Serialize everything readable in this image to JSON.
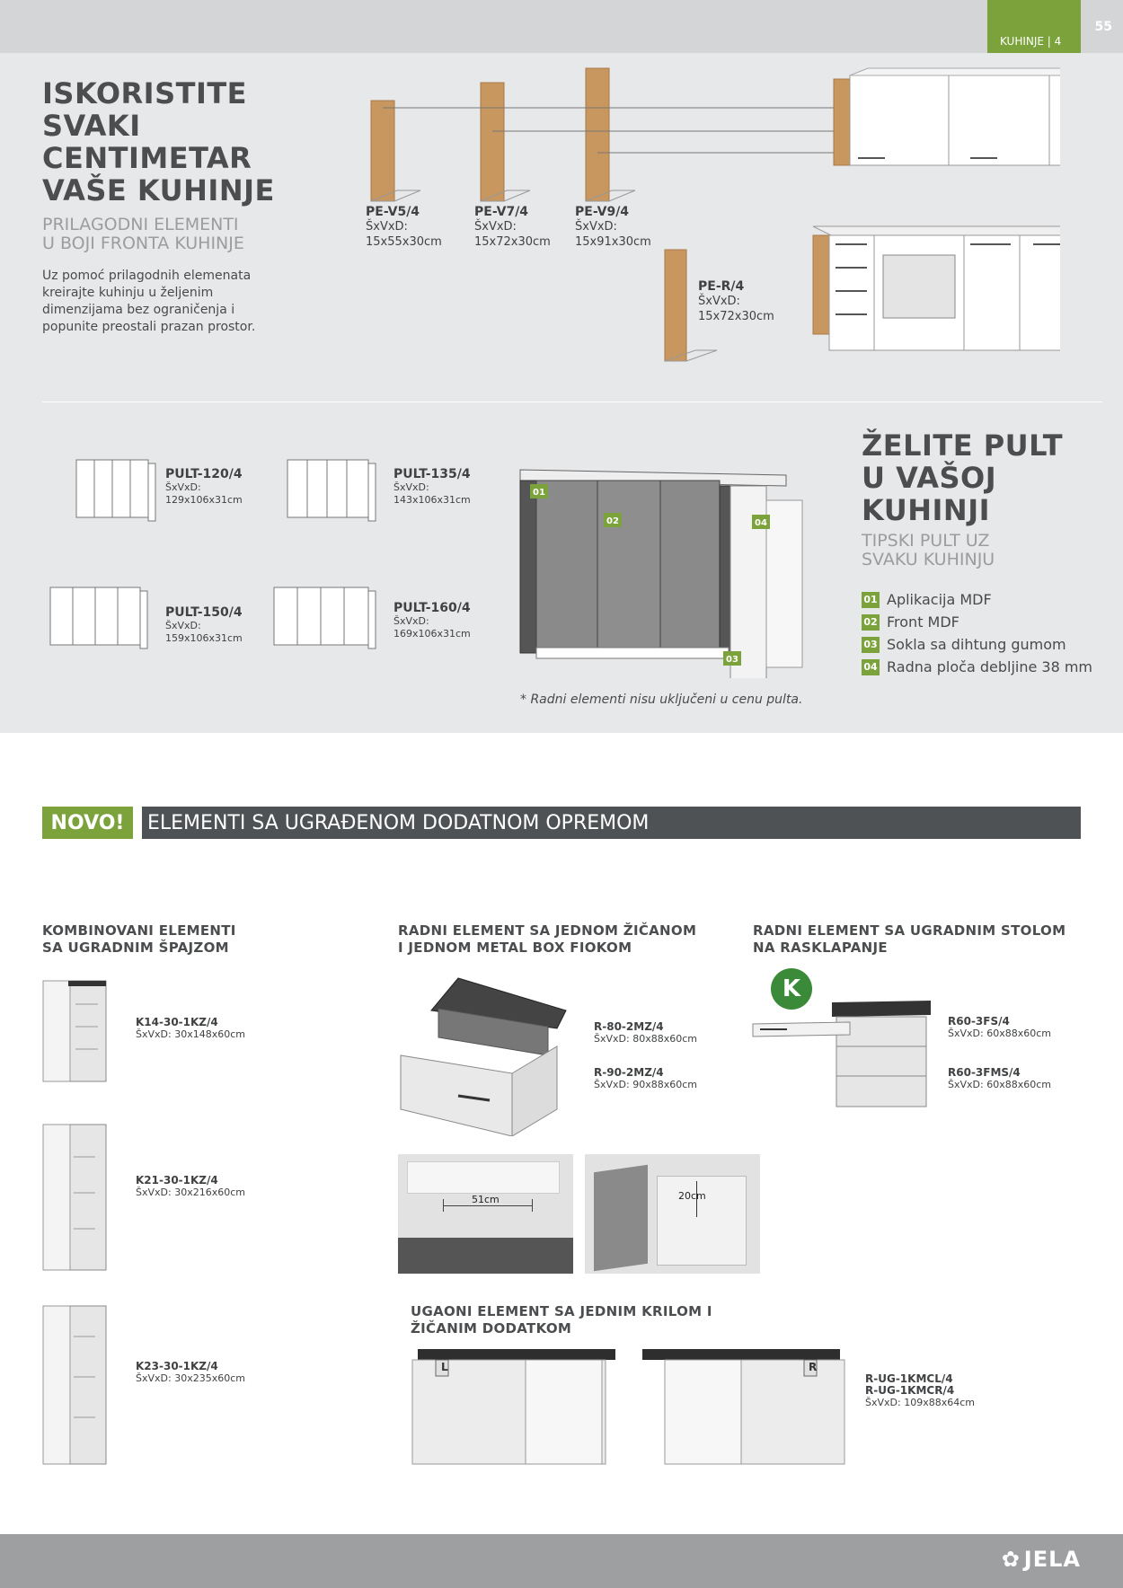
{
  "header": {
    "section": "KUHINJE | 4",
    "page_number": "55"
  },
  "intro": {
    "title_lines": [
      "ISKORISTITE",
      "SVAKI",
      "CENTIMETAR",
      "VAŠE KUHINJE"
    ],
    "subtitle_lines": [
      "PRILAGODNI ELEMENTI",
      "U BOJI FRONTA KUHINJE"
    ],
    "paragraph": "Uz pomoć prilagodnih elemenata kreirajte kuhinju u željenim dimenzijama bez ograničenja i popunite preostali prazan prostor."
  },
  "panels": [
    {
      "code": "PE-V5/4",
      "label": "ŠxVxD:",
      "dims": "15x55x30cm"
    },
    {
      "code": "PE-V7/4",
      "label": "ŠxVxD:",
      "dims": "15x72x30cm"
    },
    {
      "code": "PE-V9/4",
      "label": "ŠxVxD:",
      "dims": "15x91x30cm"
    },
    {
      "code": "PE-R/4",
      "label": "ŠxVxD:",
      "dims": "15x72x30cm"
    }
  ],
  "pults": [
    {
      "code": "PULT-120/4",
      "label": "ŠxVxD:",
      "dims": "129x106x31cm"
    },
    {
      "code": "PULT-135/4",
      "label": "ŠxVxD:",
      "dims": "143x106x31cm"
    },
    {
      "code": "PULT-150/4",
      "label": "ŠxVxD:",
      "dims": "159x106x31cm"
    },
    {
      "code": "PULT-160/4",
      "label": "ŠxVxD:",
      "dims": "169x106x31cm"
    }
  ],
  "pult_section": {
    "title_lines": [
      "ŽELITE PULT",
      "U VAŠOJ",
      "KUHINJI"
    ],
    "subtitle_lines": [
      "TIPSKI PULT UZ",
      "SVAKU KUHINJU"
    ],
    "legend": [
      {
        "num": "01",
        "text": "Aplikacija MDF"
      },
      {
        "num": "02",
        "text": "Front MDF"
      },
      {
        "num": "03",
        "text": "Sokla sa dihtung gumom"
      },
      {
        "num": "04",
        "text": "Radna ploča debljine 38 mm"
      }
    ],
    "note": "* Radni elementi nisu uključeni u cenu pulta."
  },
  "novo": {
    "badge": "NOVO!",
    "title": "ELEMENTI SA UGRAĐENOM DODATNOM OPREMOM"
  },
  "categories": {
    "col1_title": [
      "KOMBINOVANI ELEMENTI",
      "SA UGRADNIM ŠPAJZOM"
    ],
    "col2_title": [
      "RADNI ELEMENT SA JEDNOM ŽIČANOM",
      "I JEDNOM METAL BOX FIOKOM"
    ],
    "col3_title": [
      "RADNI ELEMENT SA UGRADNIM STOLOM",
      "NA RASKLAPANJE"
    ],
    "corner_title": [
      "UGAONI ELEMENT SA JEDNIM KRILOM I",
      "ŽIČANIM DODATKOM"
    ]
  },
  "products": {
    "k14": {
      "code": "K14-30-1KZ/4",
      "dims": "ŠxVxD: 30x148x60cm"
    },
    "k21": {
      "code": "K21-30-1KZ/4",
      "dims": "ŠxVxD: 30x216x60cm"
    },
    "k23": {
      "code": "K23-30-1KZ/4",
      "dims": "ŠxVxD: 30x235x60cm"
    },
    "r80": {
      "code": "R-80-2MZ/4",
      "dims": "ŠxVxD: 80x88x60cm"
    },
    "r90": {
      "code": "R-90-2MZ/4",
      "dims": "ŠxVxD: 90x88x60cm"
    },
    "r60fs": {
      "code": "R60-3FS/4",
      "dims": "ŠxVxD: 60x88x60cm"
    },
    "r60fms": {
      "code": "R60-3FMS/4",
      "dims": "ŠxVxD: 60x88x60cm"
    },
    "rug": {
      "code1": "R-UG-1KMCL/4",
      "code2": "R-UG-1KMCR/4",
      "dims": "ŠxVxD: 109x88x64cm"
    }
  },
  "measurements": {
    "width": "51cm",
    "height": "20cm",
    "corner_left": "L",
    "corner_right": "R"
  },
  "footer": {
    "logo": "JELA"
  }
}
